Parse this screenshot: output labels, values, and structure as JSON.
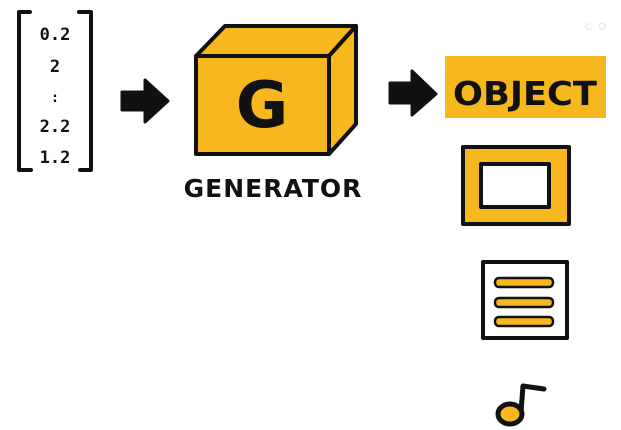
{
  "input_vector": {
    "entries": [
      "0.2",
      "2",
      ":",
      "2.2",
      "1.2"
    ]
  },
  "generator": {
    "letter": "G",
    "label": "GENERATOR"
  },
  "outputs": {
    "object_label": "OBJECT",
    "items": [
      "image-icon",
      "text-document-icon",
      "music-note-icon"
    ]
  },
  "watermark": "© ⚙",
  "colors": {
    "accent": "#f6b81e",
    "ink": "#111111",
    "paper": "#ffffff"
  }
}
